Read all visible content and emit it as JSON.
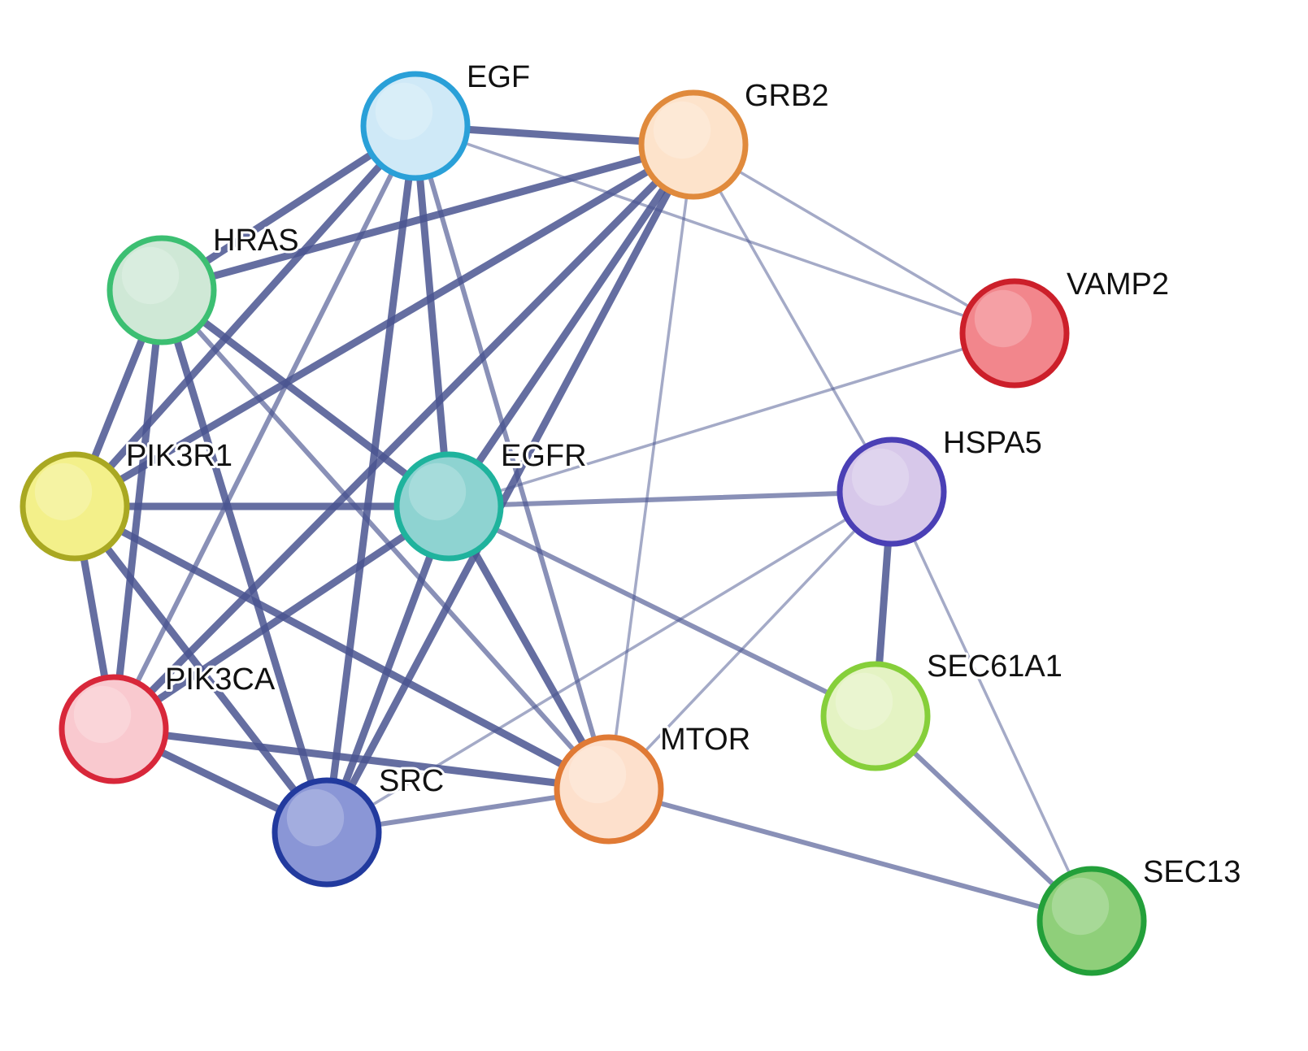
{
  "nodes": [
    {
      "id": "EGF",
      "label": "EGF",
      "fill": "#cfe9f7",
      "stroke": "#2aa0d8"
    },
    {
      "id": "GRB2",
      "label": "GRB2",
      "fill": "#fde3cb",
      "stroke": "#e08a3c"
    },
    {
      "id": "HRAS",
      "label": "HRAS",
      "fill": "#cfe8d6",
      "stroke": "#3cbf72"
    },
    {
      "id": "VAMP2",
      "label": "VAMP2",
      "fill": "#f2868c",
      "stroke": "#cc1f2a"
    },
    {
      "id": "PIK3R1",
      "label": "PIK3R1",
      "fill": "#f3f08a",
      "stroke": "#a9a822"
    },
    {
      "id": "EGFR",
      "label": "EGFR",
      "fill": "#8ed3d1",
      "stroke": "#1fb39d"
    },
    {
      "id": "HSPA5",
      "label": "HSPA5",
      "fill": "#d7c8ea",
      "stroke": "#4a3fb5"
    },
    {
      "id": "PIK3CA",
      "label": "PIK3CA",
      "fill": "#f9c9cf",
      "stroke": "#d8273a"
    },
    {
      "id": "SEC61A1",
      "label": "SEC61A1",
      "fill": "#e4f3c3",
      "stroke": "#86cf3a"
    },
    {
      "id": "MTOR",
      "label": "MTOR",
      "fill": "#fde0cc",
      "stroke": "#e07a35"
    },
    {
      "id": "SRC",
      "label": "SRC",
      "fill": "#8a96d6",
      "stroke": "#223a9e"
    },
    {
      "id": "SEC13",
      "label": "SEC13",
      "fill": "#8fcf7a",
      "stroke": "#23a03a"
    }
  ],
  "edges": [
    {
      "source": "EGF",
      "target": "GRB2",
      "strength": "strong"
    },
    {
      "source": "EGF",
      "target": "HRAS",
      "strength": "strong"
    },
    {
      "source": "EGF",
      "target": "PIK3R1",
      "strength": "strong"
    },
    {
      "source": "EGF",
      "target": "PIK3CA",
      "strength": "medium"
    },
    {
      "source": "EGF",
      "target": "EGFR",
      "strength": "strong"
    },
    {
      "source": "EGF",
      "target": "SRC",
      "strength": "strong"
    },
    {
      "source": "EGF",
      "target": "MTOR",
      "strength": "medium"
    },
    {
      "source": "EGF",
      "target": "VAMP2",
      "strength": "weak"
    },
    {
      "source": "GRB2",
      "target": "HRAS",
      "strength": "strong"
    },
    {
      "source": "GRB2",
      "target": "PIK3R1",
      "strength": "strong"
    },
    {
      "source": "GRB2",
      "target": "PIK3CA",
      "strength": "strong"
    },
    {
      "source": "GRB2",
      "target": "EGFR",
      "strength": "strong"
    },
    {
      "source": "GRB2",
      "target": "SRC",
      "strength": "strong"
    },
    {
      "source": "GRB2",
      "target": "MTOR",
      "strength": "weak"
    },
    {
      "source": "GRB2",
      "target": "VAMP2",
      "strength": "weak"
    },
    {
      "source": "GRB2",
      "target": "HSPA5",
      "strength": "weak"
    },
    {
      "source": "HRAS",
      "target": "PIK3R1",
      "strength": "strong"
    },
    {
      "source": "HRAS",
      "target": "PIK3CA",
      "strength": "strong"
    },
    {
      "source": "HRAS",
      "target": "EGFR",
      "strength": "strong"
    },
    {
      "source": "HRAS",
      "target": "SRC",
      "strength": "strong"
    },
    {
      "source": "HRAS",
      "target": "MTOR",
      "strength": "medium"
    },
    {
      "source": "PIK3R1",
      "target": "PIK3CA",
      "strength": "strong"
    },
    {
      "source": "PIK3R1",
      "target": "EGFR",
      "strength": "strong"
    },
    {
      "source": "PIK3R1",
      "target": "SRC",
      "strength": "strong"
    },
    {
      "source": "PIK3R1",
      "target": "MTOR",
      "strength": "strong"
    },
    {
      "source": "EGFR",
      "target": "PIK3CA",
      "strength": "strong"
    },
    {
      "source": "EGFR",
      "target": "SRC",
      "strength": "strong"
    },
    {
      "source": "EGFR",
      "target": "MTOR",
      "strength": "strong"
    },
    {
      "source": "EGFR",
      "target": "HSPA5",
      "strength": "medium"
    },
    {
      "source": "EGFR",
      "target": "VAMP2",
      "strength": "weak"
    },
    {
      "source": "EGFR",
      "target": "SEC61A1",
      "strength": "medium"
    },
    {
      "source": "PIK3CA",
      "target": "SRC",
      "strength": "strong"
    },
    {
      "source": "PIK3CA",
      "target": "MTOR",
      "strength": "strong"
    },
    {
      "source": "SRC",
      "target": "MTOR",
      "strength": "medium"
    },
    {
      "source": "SRC",
      "target": "HSPA5",
      "strength": "weak"
    },
    {
      "source": "MTOR",
      "target": "HSPA5",
      "strength": "weak"
    },
    {
      "source": "MTOR",
      "target": "SEC13",
      "strength": "medium"
    },
    {
      "source": "HSPA5",
      "target": "SEC61A1",
      "strength": "strong"
    },
    {
      "source": "HSPA5",
      "target": "SEC13",
      "strength": "weak"
    },
    {
      "source": "SEC61A1",
      "target": "SEC13",
      "strength": "medium"
    }
  ],
  "colors": {
    "edge": "#4a5590",
    "label_text": "#111111",
    "background": "#ffffff"
  }
}
